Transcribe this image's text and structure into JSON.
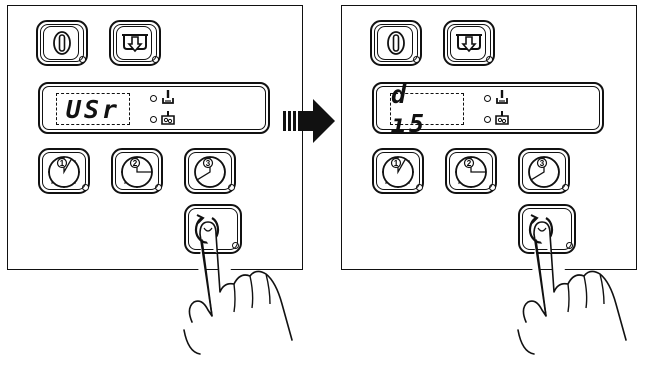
{
  "panels": [
    {
      "id": "before",
      "display_text": "USr",
      "keys": [
        "power",
        "drain",
        "timer-1",
        "timer-2",
        "timer-3",
        "cycle"
      ],
      "display_indicators": [
        "dispense-icon",
        "detergent-icon"
      ]
    },
    {
      "id": "after",
      "display_text": "d ı5",
      "keys": [
        "power",
        "drain",
        "timer-1",
        "timer-2",
        "timer-3",
        "cycle"
      ],
      "display_indicators": [
        "dispense-icon",
        "detergent-icon"
      ]
    }
  ],
  "transition": {
    "icon": "arrow-right-icon",
    "color": "#111111"
  },
  "timer_labels": [
    "1",
    "2",
    "3"
  ],
  "gesture": {
    "icon": "pointing-hand-icon",
    "target": "cycle-button"
  }
}
